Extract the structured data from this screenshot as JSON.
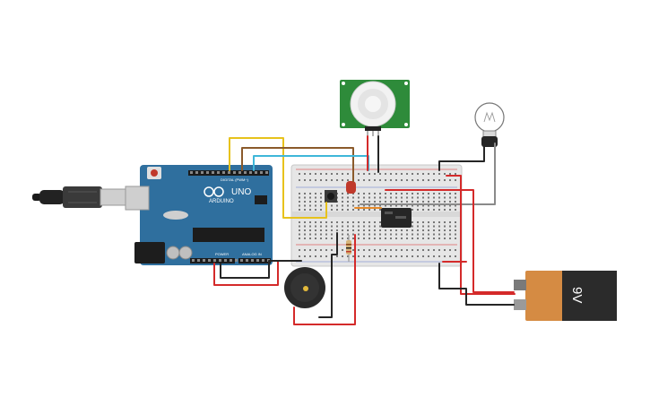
{
  "arduino": {
    "brand": "ARDUINO",
    "model": "UNO",
    "digital_header": "DIGITAL (PWM~)",
    "power_header": "POWER",
    "analog_header": "ANALOG IN"
  },
  "battery": {
    "label": "9V"
  },
  "colors": {
    "arduino_board": "#2f6f9e",
    "breadboard": "#e4e4e4",
    "pir_board": "#2e8b3a",
    "battery_body": "#2b2b2b",
    "battery_cap": "#d58b43",
    "buzzer": "#2a2a2a",
    "led": "#c0392b",
    "wire_red": "#d42a2a",
    "wire_black": "#262626",
    "wire_yellow": "#e7c21c",
    "wire_brown": "#8b5a2b",
    "wire_cyan": "#3fb7d9",
    "wire_gray": "#8a8a8a",
    "wire_orange": "#e58a2a"
  },
  "icons": [
    "usb-cable-icon",
    "pir-sensor-icon",
    "light-bulb-icon",
    "pushbutton-icon",
    "led-icon",
    "resistor-icon",
    "relay-icon",
    "buzzer-icon",
    "battery-icon"
  ]
}
